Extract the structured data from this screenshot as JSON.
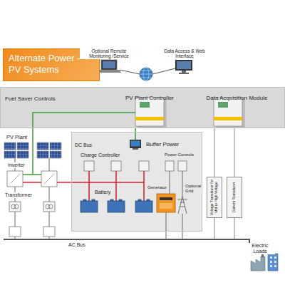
{
  "diagram": {
    "title": "Alternate Power - PV Systems",
    "nodes": [
      {
        "text": [
          "Fuel Saver Controls"
        ]
      },
      {
        "text": [
          "PV Plant Controller"
        ],
        "in": 0
      },
      {
        "text": [
          "Data Acquisition Module"
        ],
        "in": 0
      },
      {
        "text": [
          "Buffer Power"
        ]
      },
      {
        "text": [
          "Voltage Transducer for Mid to High Voltage"
        ]
      },
      {
        "text": [
          "Current Transducer"
        ]
      }
    ],
    "edges": [
      {
        "from": 1,
        "to": 3,
        "arrow": "none"
      },
      {
        "from": 2,
        "to": 4,
        "arrow": "none"
      },
      {
        "from": 2,
        "to": 5,
        "arrow": "none"
      }
    ],
    "labels": [
      "Optional Remote Monitoring /Service",
      "Data Access & Web Interface",
      "PV Plant",
      "DC Bus",
      "Inverter",
      "Charge Controller",
      "Battery",
      "Generator",
      "Power Controls",
      "Optional Grid",
      "Transformer",
      "AC Bus",
      "Electric Loads"
    ]
  }
}
